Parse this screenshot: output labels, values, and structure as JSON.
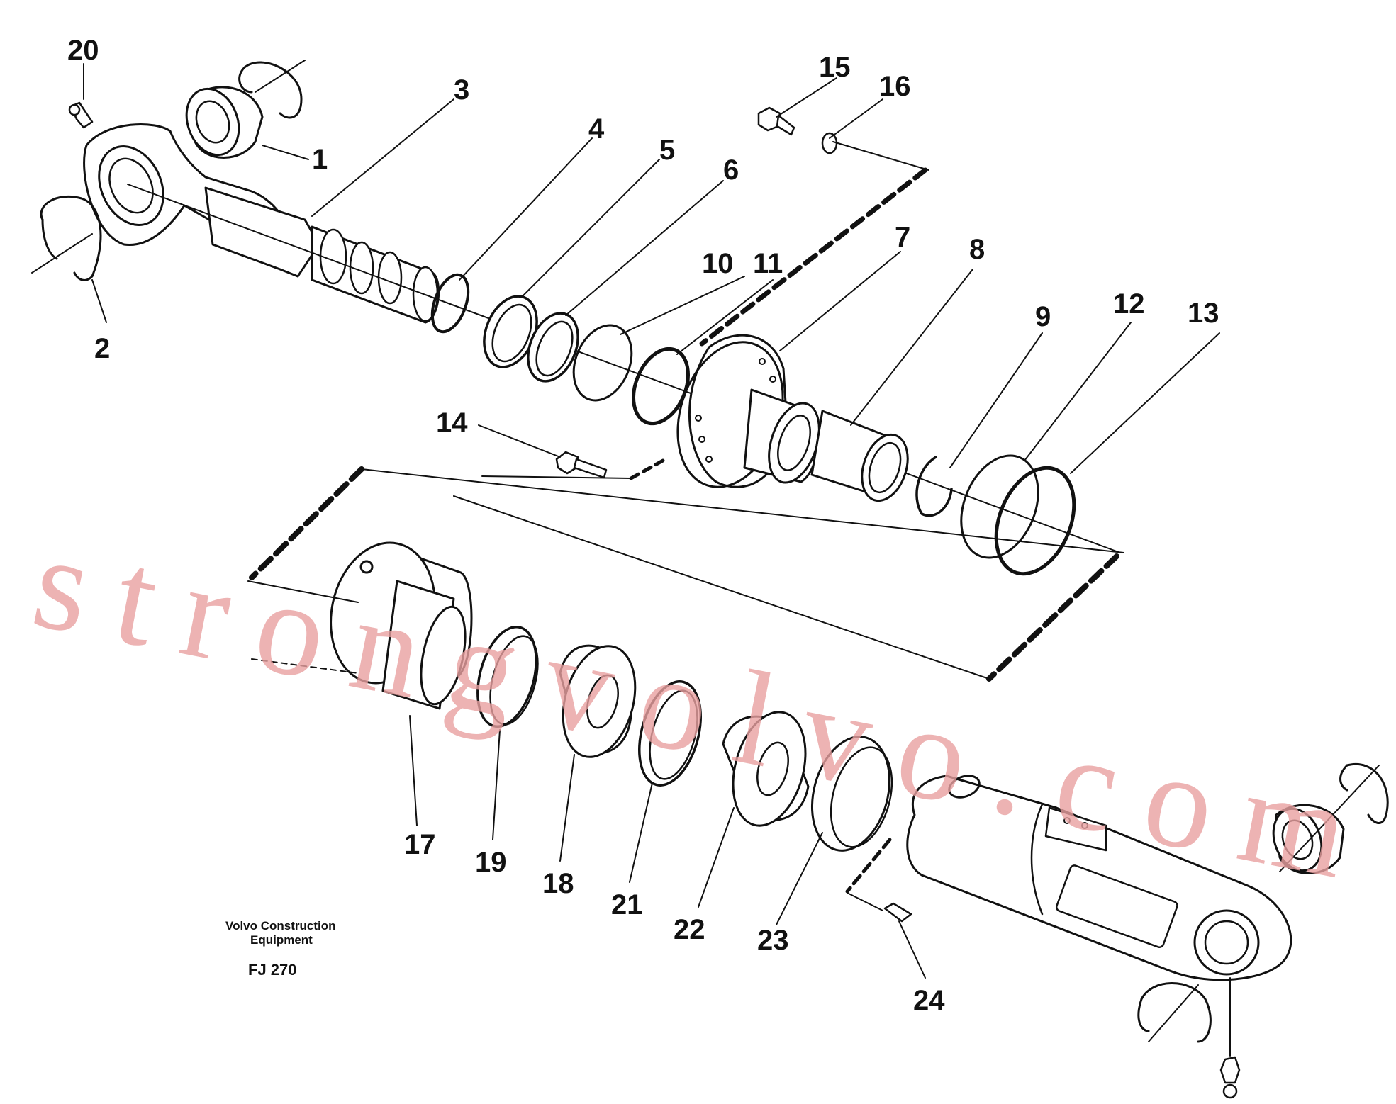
{
  "callouts": [
    {
      "id": "20",
      "label": "20"
    },
    {
      "id": "1",
      "label": "1"
    },
    {
      "id": "2",
      "label": "2"
    },
    {
      "id": "3",
      "label": "3"
    },
    {
      "id": "4",
      "label": "4"
    },
    {
      "id": "5",
      "label": "5"
    },
    {
      "id": "6",
      "label": "6"
    },
    {
      "id": "10",
      "label": "10"
    },
    {
      "id": "11",
      "label": "11"
    },
    {
      "id": "7",
      "label": "7"
    },
    {
      "id": "8",
      "label": "8"
    },
    {
      "id": "9",
      "label": "9"
    },
    {
      "id": "12",
      "label": "12"
    },
    {
      "id": "13",
      "label": "13"
    },
    {
      "id": "14",
      "label": "14"
    },
    {
      "id": "15",
      "label": "15"
    },
    {
      "id": "16",
      "label": "16"
    },
    {
      "id": "17",
      "label": "17"
    },
    {
      "id": "19",
      "label": "19"
    },
    {
      "id": "18",
      "label": "18"
    },
    {
      "id": "21",
      "label": "21"
    },
    {
      "id": "22",
      "label": "22"
    },
    {
      "id": "23",
      "label": "23"
    },
    {
      "id": "24",
      "label": "24"
    }
  ],
  "caption": {
    "line1": "Volvo Construction",
    "line2": "Equipment",
    "code": "FJ 270"
  },
  "watermark": "strongvolvo.com",
  "colors": {
    "ink": "#111111",
    "watermark": "#e9a0a0",
    "background": "#ffffff"
  }
}
